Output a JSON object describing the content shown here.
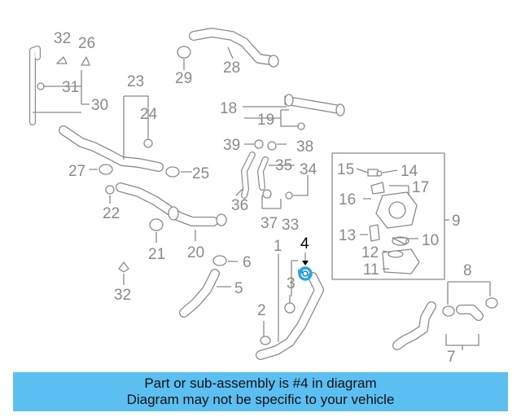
{
  "diagram": {
    "part_numbers": [
      "32",
      "26",
      "31",
      "30",
      "23",
      "24",
      "27",
      "25",
      "22",
      "29",
      "28",
      "18",
      "19",
      "39",
      "38",
      "35",
      "34",
      "36",
      "37",
      "33",
      "15",
      "14",
      "17",
      "16",
      "9",
      "13",
      "10",
      "12",
      "11",
      "21",
      "20",
      "6",
      "5",
      "32",
      "4",
      "1",
      "3",
      "2",
      "8",
      "7"
    ],
    "highlighted_part": "4",
    "highlight_color": "#2aa4e8",
    "line_color": "#8a8a8a"
  },
  "banner": {
    "line1": "Part or sub-assembly is #4 in diagram",
    "line2": "Diagram may not be specific to your vehicle",
    "color": "#5bbff2"
  }
}
